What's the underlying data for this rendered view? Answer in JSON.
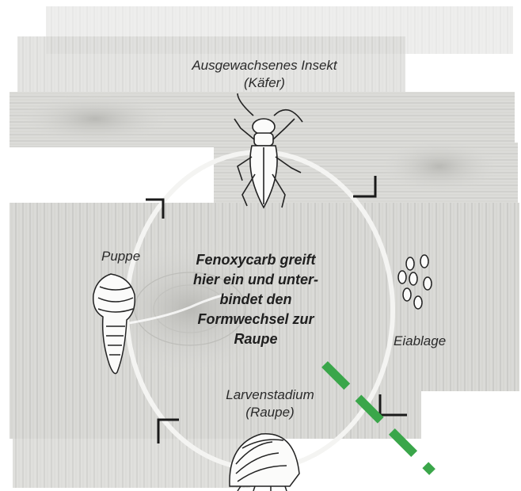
{
  "labels": {
    "adult_line1": "Ausgewachsenes Insekt",
    "adult_line2": "(Käfer)",
    "pupa": "Puppe",
    "eggs": "Eiablage",
    "larva_line1": "Larvenstadium",
    "larva_line2": "(Raupe)"
  },
  "center_text": [
    "Fenoxycarb greift",
    "hier ein und unter-",
    "bindet den",
    "Formwechsel zur",
    "Raupe"
  ],
  "colors": {
    "wood": "#d9d9d6",
    "grain": "#b8b8b4",
    "cycle_ring": "#f4f4f2",
    "accent_green": "#3aa64a",
    "corner_marks": "#1a1a1a"
  },
  "icons": [
    "beetle-icon",
    "pupa-icon",
    "eggs-icon",
    "caterpillar-icon"
  ]
}
